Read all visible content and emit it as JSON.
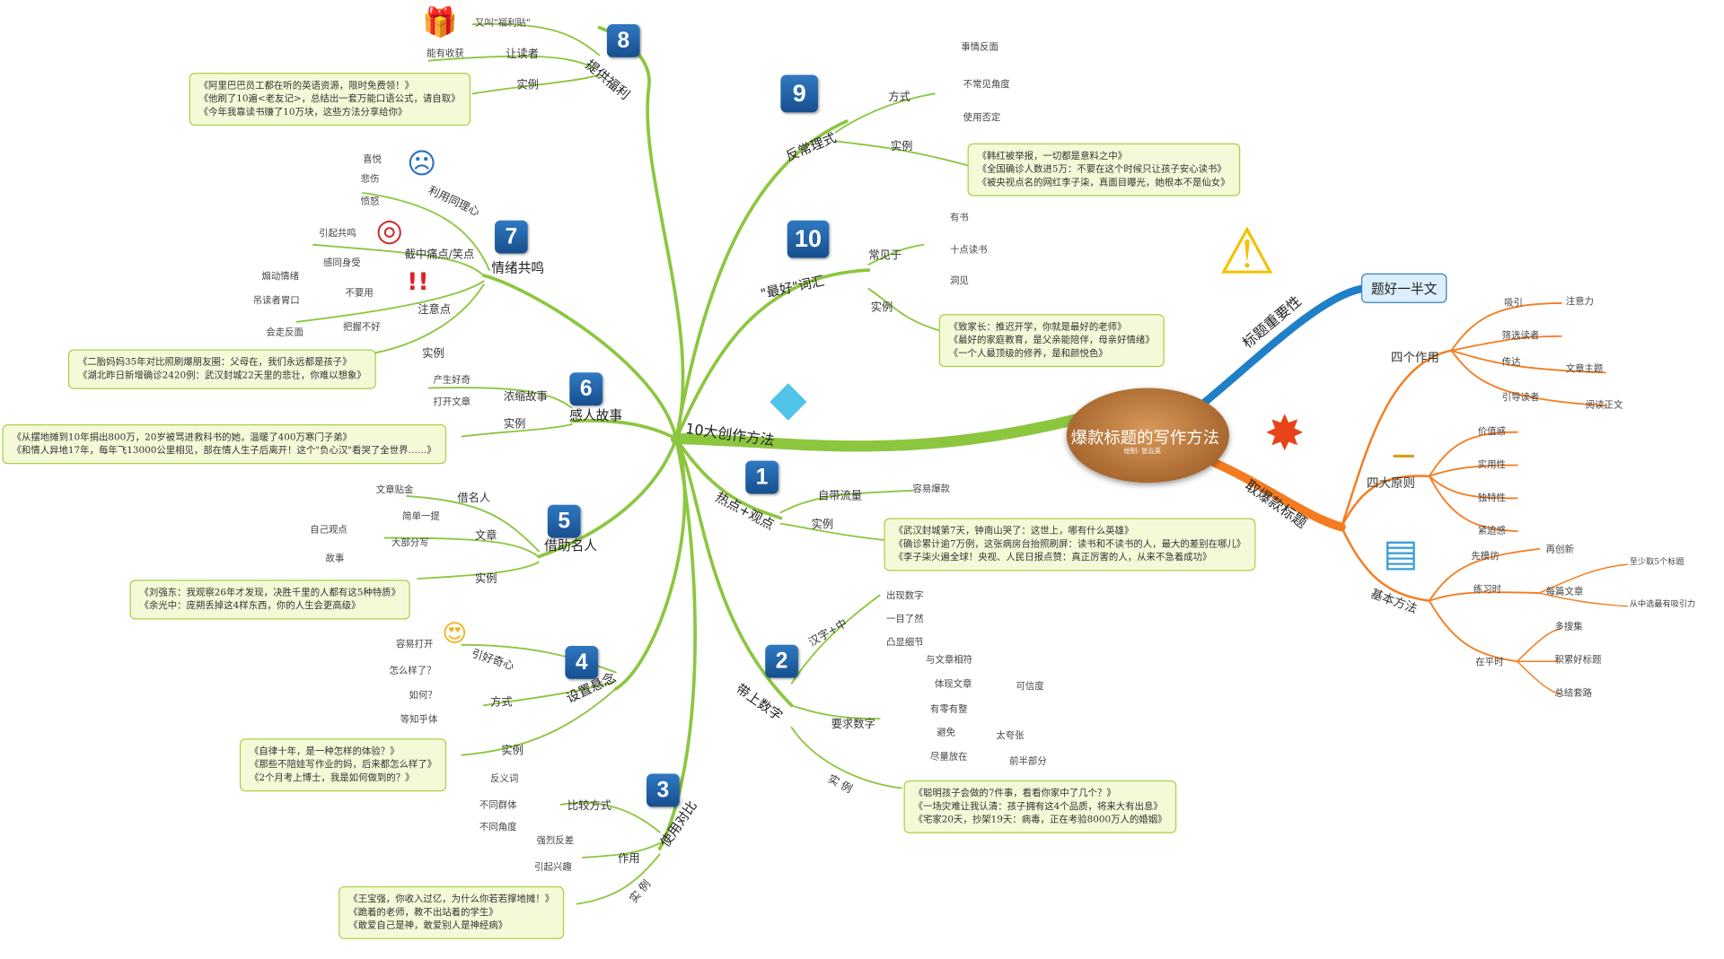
{
  "center": {
    "title": "爆款标题的写作方法",
    "subtitle": "绘制: 张云英"
  },
  "main_branch": "10大创作方法",
  "right_branches": {
    "importance": {
      "title": "标题重要性",
      "note": "题好一半文"
    },
    "how": {
      "title": "取爆款标题",
      "four_roles": {
        "label": "四个作用",
        "items": [
          "吸引",
          "注意力",
          "筛选读者",
          "传达",
          "文章主题",
          "引导读者",
          "阅读正文"
        ]
      },
      "four_principles": {
        "label": "四大原则",
        "items": [
          "价值感",
          "实用性",
          "独特性",
          "紧迫感"
        ]
      },
      "basic": {
        "label": "基本方法",
        "items": [
          "先模仿",
          "再创新",
          "练习时",
          "每篇文章",
          "至少取5个标题",
          "从中选最有吸引力",
          "在平时",
          "多搜集",
          "积累好标题",
          "总结套路"
        ]
      }
    }
  },
  "methods": [
    {
      "num": "1",
      "title": "热点+观点",
      "children": [
        "自带流量",
        "容易爆款",
        "实例"
      ],
      "examples": [
        "《武汉封城第7天，钟南山哭了：这世上，哪有什么英雄》",
        "《确诊累计逾7万例，这张病房台抬照刷屏：读书和不读书的人，最大的差别在哪儿》",
        "《李子柒火遍全球！央视、人民日报点赞：真正厉害的人，从来不急着成功》"
      ]
    },
    {
      "num": "2",
      "title": "带上数字",
      "children": [
        "汉字+中",
        "出现数字",
        "一目了然",
        "凸显细节",
        "要求数字",
        "与文章相符",
        "体现文章",
        "可信度",
        "有零有整",
        "避免",
        "太夸张",
        "尽量放在",
        "前半部分",
        "实 例"
      ],
      "examples": [
        "《聪明孩子会做的7件事，看看你家中了几个？》",
        "《一场灾难让我认清：孩子拥有这4个品质，将来大有出息》",
        "《宅家20天，抄架19天：病毒，正在考验8000万人的婚姻》"
      ]
    },
    {
      "num": "3",
      "title": "使用对比",
      "children": [
        "比较方式",
        "反义词",
        "不同群体",
        "不同角度",
        "作用",
        "强烈反差",
        "引起兴趣",
        "实 例"
      ],
      "examples": [
        "《王宝强，你收入过亿，为什么你若若撑地摊！》",
        "《跪着的老师，教不出站着的学生》",
        "《敢爱自己是神，敢爱别人是神经病》"
      ]
    },
    {
      "num": "4",
      "title": "设置悬念",
      "children": [
        "引好奇心",
        "容易打开",
        "方式",
        "怎么样了？",
        "如何？",
        "等知乎体",
        "实例"
      ],
      "examples": [
        "《自律十年，是一种怎样的体验？》",
        "《那些不陪娃写作业的妈，后来都怎么样了》",
        "《2个月考上博士，我是如何做到的？》"
      ]
    },
    {
      "num": "5",
      "title": "借助名人",
      "children": [
        "借名人",
        "文章贴金",
        "文章",
        "简单一提",
        "大部分写",
        "自己观点",
        "故事",
        "实例"
      ],
      "examples": [
        "《刘强东：我观察26年才发现，决胜千里的人都有这5种特质》",
        "《余光中：庞朔丢掉这4样东西，你的人生会更高级》"
      ]
    },
    {
      "num": "6",
      "title": "感人故事",
      "children": [
        "浓缩故事",
        "产生好奇",
        "打开文章",
        "实例"
      ],
      "examples": [
        "《从摆地摊到10年捐出800万，20岁被骂进救科书的她，温暖了400万寒门子弟》",
        "《和情人异地17年，每年飞13000公里相见，部在情人生子后离开！这个\"负心汉\"看哭了全世界……》"
      ]
    },
    {
      "num": "7",
      "title": "情绪共鸣",
      "children": [
        "利用同理心",
        "喜悦",
        "悲伤",
        "愤怒",
        "截中痛点/笑点",
        "引起共鸣",
        "感同身受",
        "注意点",
        "煽动情绪",
        "不要用",
        "吊读者胃口",
        "把握不好",
        "会走反面",
        "实例"
      ],
      "examples": [
        "《二胎妈妈35年对比照刷爆朋友圈：父母在，我们永远都是孩子》",
        "《湖北昨日新增确诊2420例：武汉封城22天里的悲壮，你难以想象》"
      ]
    },
    {
      "num": "8",
      "title": "提供福利",
      "children": [
        "又叫\"福利贴\"",
        "能有收获",
        "让读者",
        "实例"
      ],
      "examples": [
        "《阿里巴巴员工都在听的英语资源，限时免费领！》",
        "《他刷了10遍<老友记>，总结出一套万能口语公式，请自取》",
        "《今年我靠读书赚了10万块，这些方法分享给你》"
      ]
    },
    {
      "num": "9",
      "title": "反常理式",
      "children": [
        "方式",
        "事情反面",
        "不常见角度",
        "使用否定",
        "实例"
      ],
      "examples": [
        "《韩红被举报，一切都是意料之中》",
        "《全国确诊人数进5万：不要在这个时候只让孩子安心读书》",
        "《被央视点名的网红李子柒，真面目曝光，她根本不是仙女》"
      ]
    },
    {
      "num": "10",
      "title": "\"最好\"词汇",
      "children": [
        "常见于",
        "有书",
        "十点读书",
        "洞见",
        "实例"
      ],
      "examples": [
        "《致家长：推迟开学，你就是最好的老师》",
        "《最好的家庭教育，是父亲能陪伴，母亲好情绪》",
        "《一个人最顶级的修养，是和颜悦色》"
      ]
    }
  ],
  "colors": {
    "green": "#8cc63f",
    "orange": "#f47c20",
    "blue": "#1f7fc7",
    "badge": "#1f5ea8"
  }
}
